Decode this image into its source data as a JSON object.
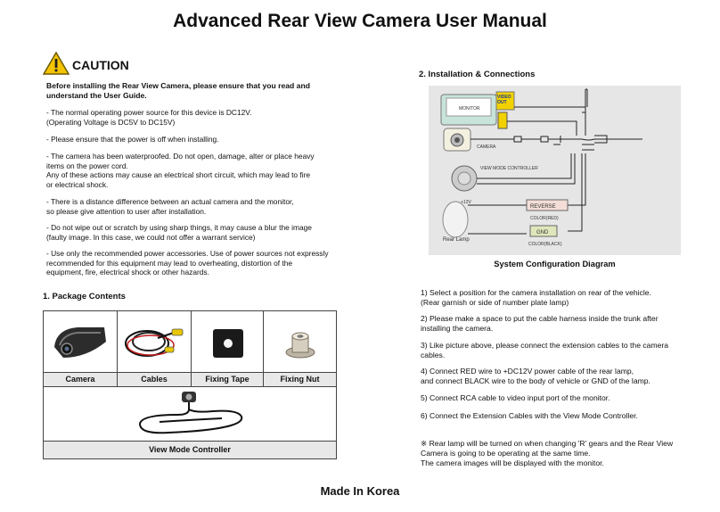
{
  "title": "Advanced Rear View Camera User Manual",
  "caution": {
    "title": "CAUTION",
    "lead": "Before installing the Rear View Camera, please ensure that you read and understand the User Guide.",
    "bullets": [
      "- The normal operating power source for this device is DC12V.\n  (Operating Voltage is DC5V to DC15V)",
      "- Please ensure that the power is off when installing.",
      "- The camera has been waterproofed. Do not open, damage, alter or place heavy\n    items on the power cord.\n  Any of these actions may cause an electrical short circuit, which may lead to fire\n  or electrical shock.",
      "- There is a distance difference between an actual camera  and  the monitor,\n   so please give attention to user after installation.",
      "- Do not  wipe out or scratch by using sharp things, it may cause a blur the image\n  (faulty image. In this case, we could not offer a warrant service)",
      "- Use only the recommended power accessories. Use of power sources not expressly\n  recommended for this equipment may lead to overheating, distortion of the\n  equipment, fire, electrical shock or other hazards."
    ]
  },
  "package": {
    "title": "1. Package Contents",
    "items": [
      "Camera",
      "Cables",
      "Fixing Tape",
      "Fixing Nut"
    ],
    "controller": "View Mode Controller"
  },
  "installation": {
    "title": "2. Installation & Connections",
    "diagram_labels": {
      "monitor": "MONITOR",
      "video_out": "VIDEO\nOUT",
      "camera": "CAMERA",
      "view_mode_controller": "VIEW MODE CONTROLLER",
      "plus12v": "+12V",
      "reverse": "REVERSE",
      "color_red": "COLOR(RED)",
      "gnd": "GND",
      "color_black": "COLOR(BLACK)",
      "rear_lamp": "Rear Lamp"
    },
    "diagram_caption": "System Configuration Diagram",
    "steps": [
      "1) Select a position for the camera installation on rear of the vehicle.\n    (Rear garnish or side of number plate lamp)",
      "2) Please make a space to put the cable harness inside the trunk after\n    installing the camera.",
      "3) Like picture above, please connect the extension cables to the camera\n    cables.",
      "4) Connect RED wire to +DC12V power cable of the rear lamp,\n    and connect BLACK wire to the body of vehicle or GND of the lamp.",
      "5) Connect RCA cable to video input port of the monitor.",
      "6) Connect the Extension Cables with the View Mode Controller."
    ],
    "note": "※ Rear lamp will be turned on when changing 'R' gears and the Rear View\n    Camera is going to be operating at the same time.\n    The camera images will be displayed with the monitor."
  },
  "footer": "Made In Korea",
  "colors": {
    "warning_yellow": "#f5c400",
    "video_yellow": "#f2d100",
    "wire": "#222222"
  }
}
